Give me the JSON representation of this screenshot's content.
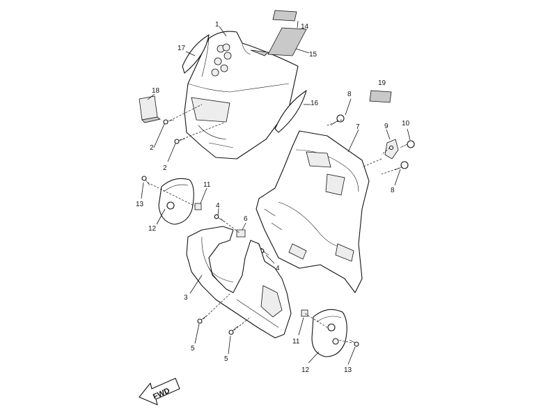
{
  "callouts": {
    "c1": "1",
    "c2a": "2",
    "c2b": "2",
    "c3": "3",
    "c4a": "4",
    "c4b": "4",
    "c5a": "5",
    "c5b": "5",
    "c6": "6",
    "c7": "7",
    "c8a": "8",
    "c8b": "8",
    "c9": "9",
    "c10": "10",
    "c11a": "11",
    "c11b": "11",
    "c12a": "12",
    "c12b": "12",
    "c13a": "13",
    "c13b": "13",
    "c14": "14",
    "c15": "15",
    "c16": "16",
    "c17": "17",
    "c18": "18",
    "c19": "19"
  },
  "direction_marker": {
    "label": "FWD",
    "icon": "fwd-arrow-icon"
  }
}
